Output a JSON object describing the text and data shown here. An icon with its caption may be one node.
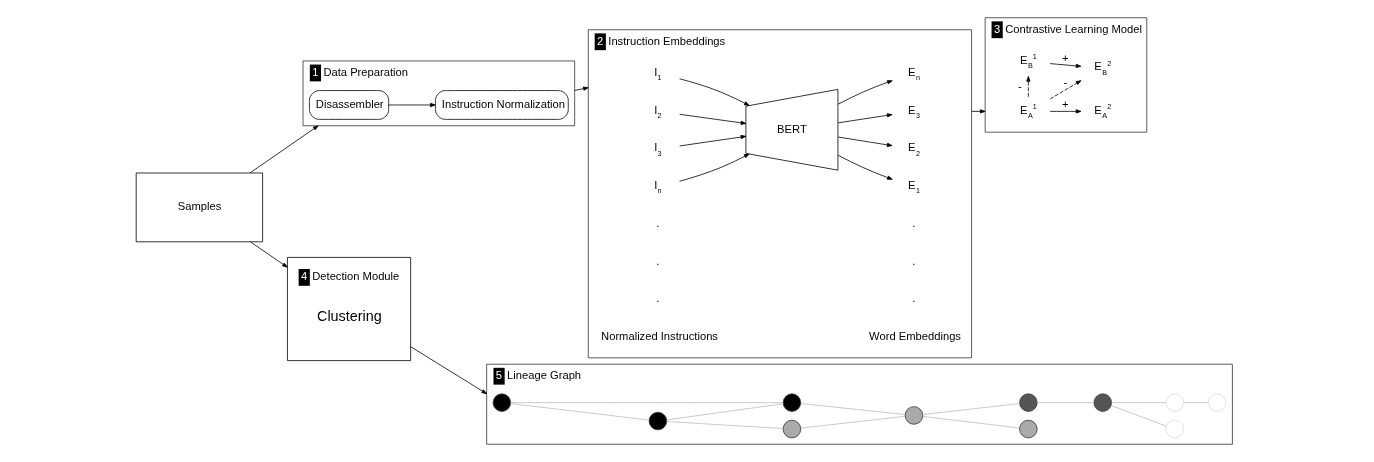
{
  "diagram": {
    "nodes": [
      {
        "text": [
          "Samples"
        ]
      },
      {
        "text": [
          "1",
          "Data Preparation"
        ]
      },
      {
        "text": [
          "Disassembler"
        ],
        "in": 1
      },
      {
        "text": [
          "Instruction Normalization"
        ],
        "in": 1
      },
      {
        "text": [
          "2",
          "Instruction Embeddings"
        ]
      },
      {
        "text": [
          "BERT"
        ],
        "in": 4
      },
      {
        "text": [
          "I$_{1}$"
        ],
        "in": 4
      },
      {
        "text": [
          "I$_{2}$"
        ],
        "in": 4
      },
      {
        "text": [
          "I$_{3}$"
        ],
        "in": 4
      },
      {
        "text": [
          "I$_{n}$"
        ],
        "in": 4
      },
      {
        "text": [
          "E$_{1}$"
        ],
        "in": 4
      },
      {
        "text": [
          "E$_{2}$"
        ],
        "in": 4
      },
      {
        "text": [
          "E$_{3}$"
        ],
        "in": 4
      },
      {
        "text": [
          "E$_{n}$"
        ],
        "in": 4
      },
      {
        "text": [
          "3",
          "Contrastive Learning Model"
        ]
      },
      {
        "text": [
          "E$_{A}$$^{1}$"
        ],
        "in": 14
      },
      {
        "text": [
          "E$_{A}$$^{2}$"
        ],
        "in": 14
      },
      {
        "text": [
          "E$_{B}$$^{1}$"
        ],
        "in": 14
      },
      {
        "text": [
          "E$_{B}$$^{2}$"
        ],
        "in": 14
      },
      {
        "text": [
          "4",
          "Detection Module",
          "Clustering"
        ]
      },
      {
        "text": [
          "5",
          "Lineage Graph"
        ]
      },
      {
        "text": [],
        "shape": "circle",
        "in": 20
      },
      {
        "text": [],
        "shape": "circle",
        "in": 20
      },
      {
        "text": [],
        "shape": "circle",
        "in": 20
      },
      {
        "text": [],
        "shape": "circle",
        "in": 20
      },
      {
        "text": [],
        "shape": "circle",
        "in": 20
      },
      {
        "text": [],
        "shape": "circle",
        "in": 20
      },
      {
        "text": [],
        "shape": "circle",
        "in": 20
      },
      {
        "text": [],
        "shape": "circle",
        "in": 20
      },
      {
        "text": [],
        "shape": "circle",
        "in": 20
      },
      {
        "text": [],
        "shape": "circle",
        "in": 20
      },
      {
        "text": [],
        "shape": "circle",
        "in": 20
      }
    ],
    "edges": [
      {
        "from": 0,
        "to": 2,
        "arrow": "to"
      },
      {
        "from": 0,
        "to": 19,
        "arrow": "to"
      },
      {
        "from": 2,
        "to": 3,
        "arrow": "to"
      },
      {
        "from": 3,
        "to": 6,
        "arrow": "to"
      },
      {
        "from": 6,
        "to": 5,
        "arrow": "to"
      },
      {
        "from": 7,
        "to": 5,
        "arrow": "to"
      },
      {
        "from": 8,
        "to": 5,
        "arrow": "to"
      },
      {
        "from": 9,
        "to": 5,
        "arrow": "to"
      },
      {
        "from": 5,
        "to": 10,
        "arrow": "to"
      },
      {
        "from": 5,
        "to": 11,
        "arrow": "to"
      },
      {
        "from": 5,
        "to": 12,
        "arrow": "to"
      },
      {
        "from": 5,
        "to": 13,
        "arrow": "to"
      },
      {
        "from": 12,
        "to": 15,
        "arrow": "to"
      },
      {
        "from": 15,
        "to": 16,
        "arrow": "to",
        "label": "+"
      },
      {
        "from": 15,
        "to": 17,
        "arrow": "to",
        "label": "-",
        "style": "dashed"
      },
      {
        "from": 15,
        "to": 18,
        "arrow": "to",
        "label": "-",
        "style": "dashed"
      },
      {
        "from": 17,
        "to": 18,
        "arrow": "to",
        "label": "+"
      },
      {
        "from": 19,
        "to": 21,
        "arrow": "to"
      },
      {
        "from": 21,
        "to": 24,
        "arrow": "none",
        "color": "#bbbbbb"
      },
      {
        "from": 21,
        "to": 22,
        "arrow": "none",
        "color": "#bbbbbb"
      },
      {
        "from": 22,
        "to": 24,
        "arrow": "none",
        "color": "#bbbbbb"
      },
      {
        "from": 22,
        "to": 23,
        "arrow": "none",
        "color": "#bbbbbb"
      },
      {
        "from": 24,
        "to": 25,
        "arrow": "none",
        "color": "#bbbbbb"
      },
      {
        "from": 23,
        "to": 25,
        "arrow": "none",
        "color": "#bbbbbb"
      },
      {
        "from": 25,
        "to": 27,
        "arrow": "none",
        "color": "#bbbbbb"
      },
      {
        "from": 25,
        "to": 26,
        "arrow": "none",
        "color": "#bbbbbb"
      },
      {
        "from": 27,
        "to": 28,
        "arrow": "none",
        "color": "#bbbbbb"
      },
      {
        "from": 28,
        "to": 29,
        "arrow": "none",
        "color": "#bbbbbb"
      },
      {
        "from": 28,
        "to": 30,
        "arrow": "none",
        "color": "#bbbbbb"
      },
      {
        "from": 30,
        "to": 31,
        "arrow": "none",
        "color": "#bbbbbb"
      }
    ],
    "labels": [
      ".",
      ".",
      ".",
      ".",
      ".",
      ".",
      "Normalized Instructions",
      "Word Embeddings"
    ]
  }
}
